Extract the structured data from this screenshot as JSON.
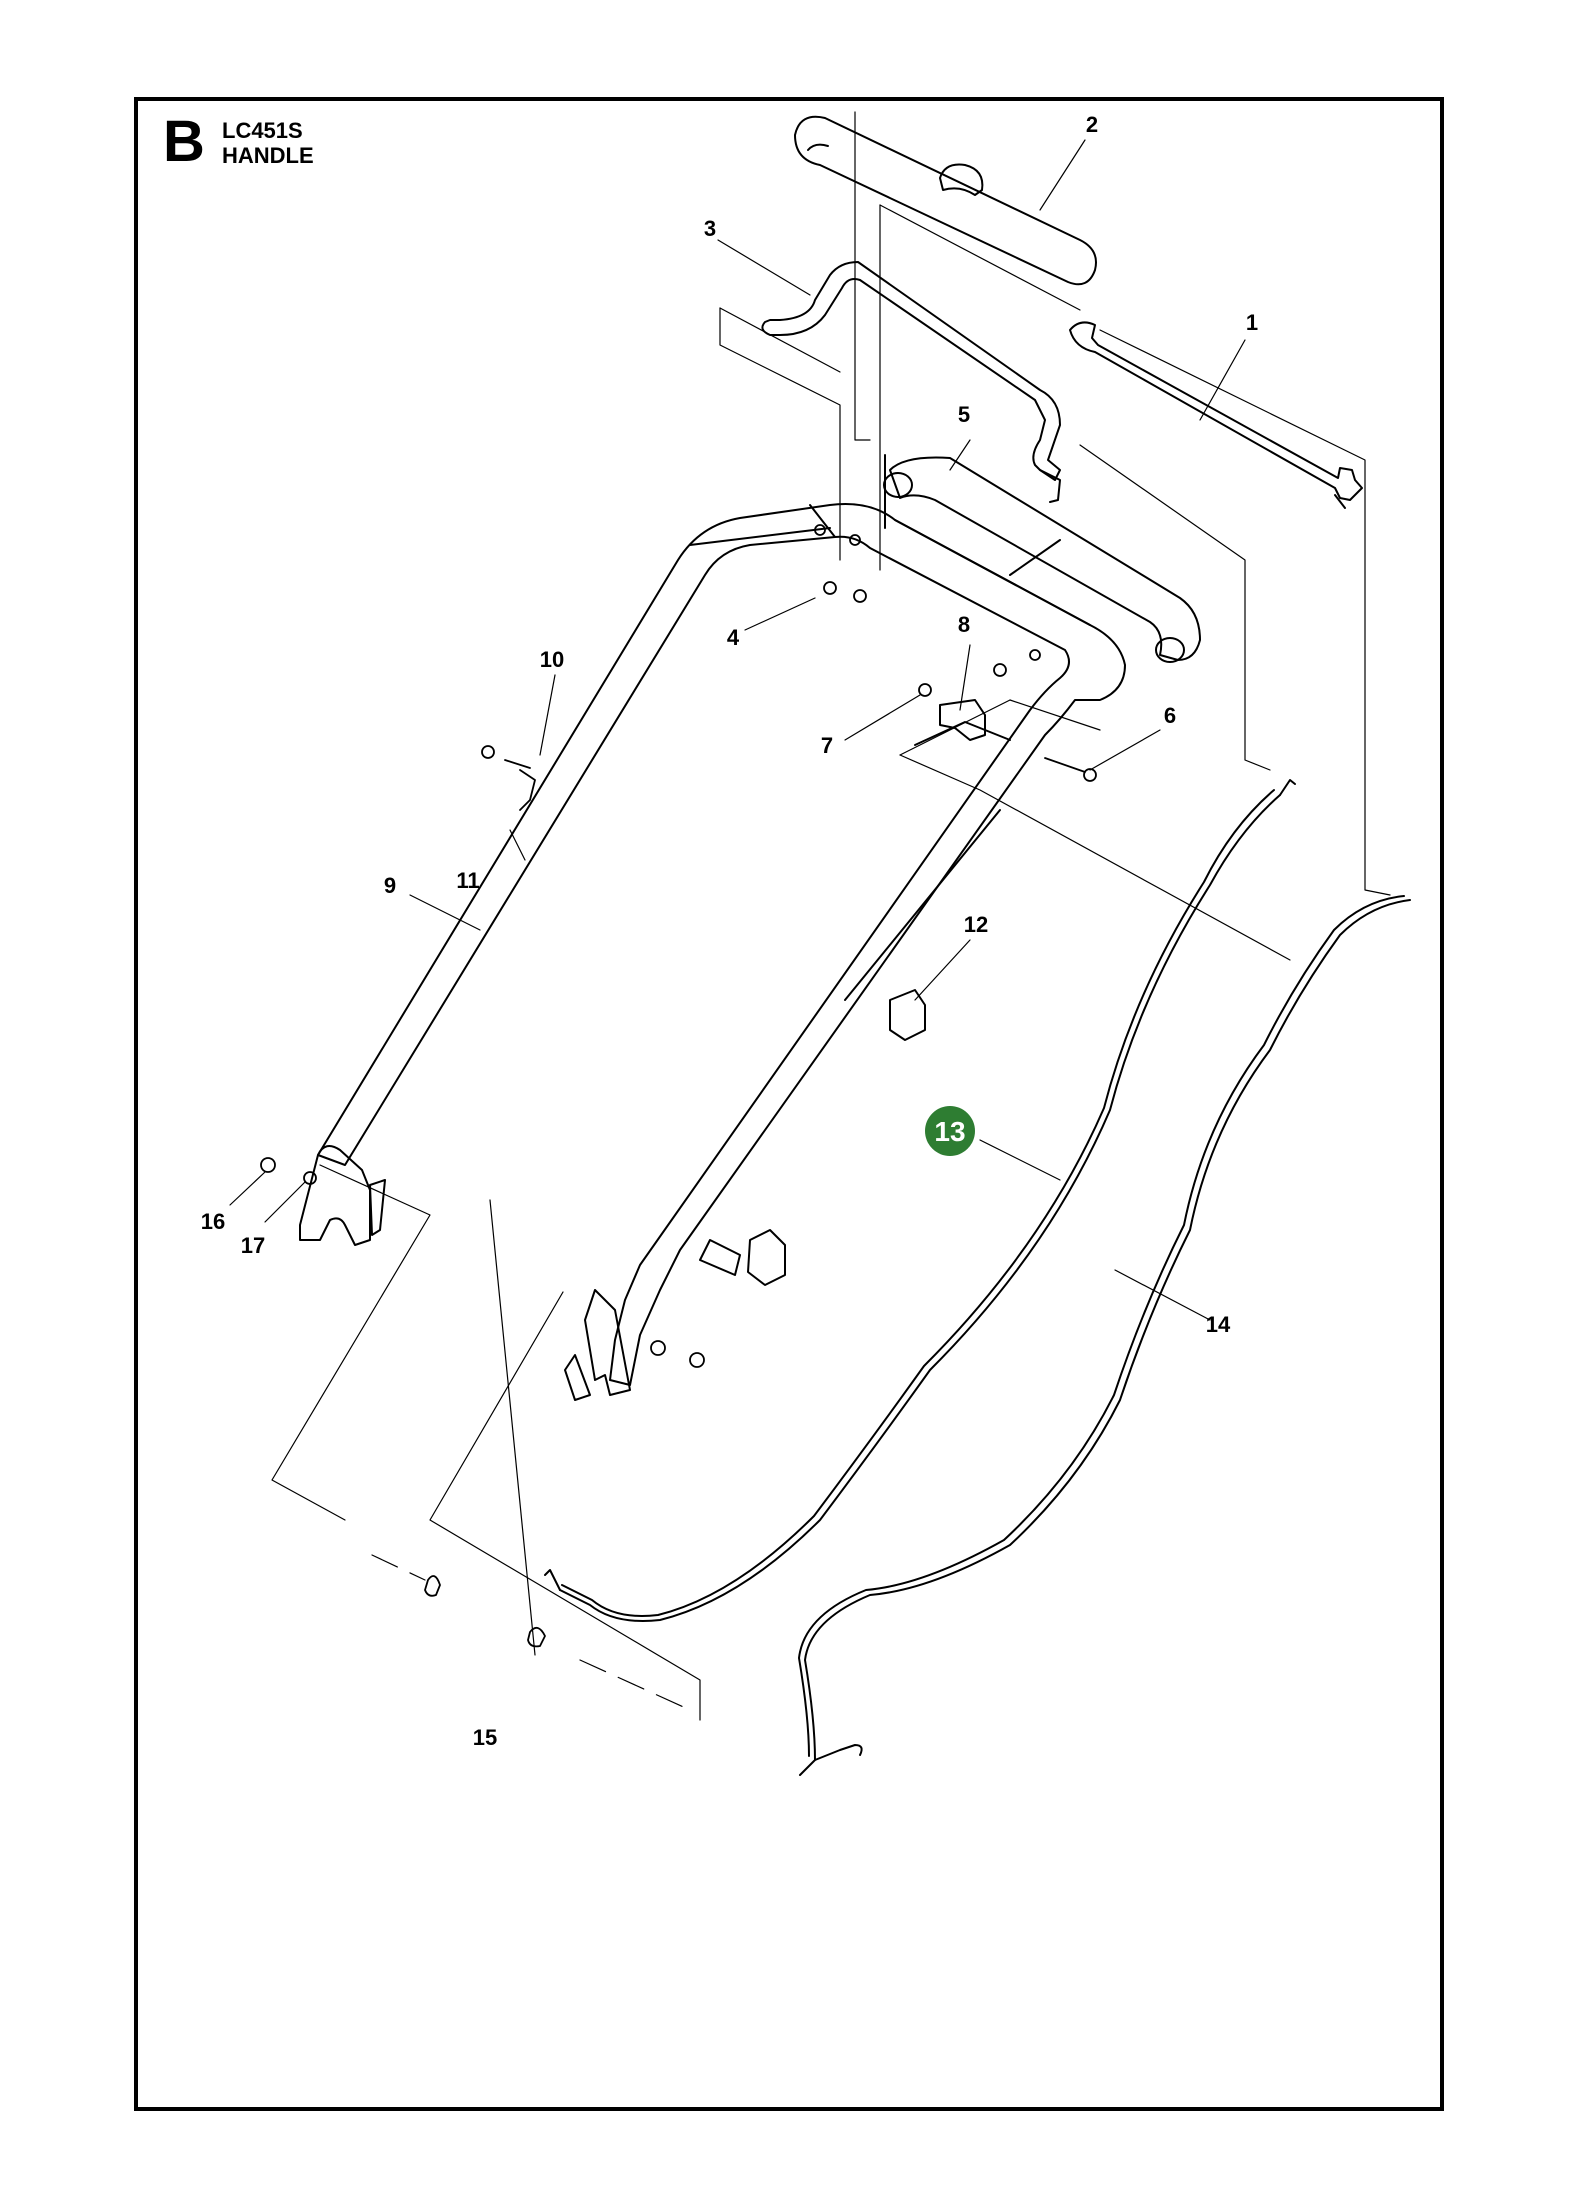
{
  "header": {
    "section_letter": "B",
    "model": "LC451S",
    "subtitle": "HANDLE"
  },
  "callouts": [
    {
      "id": "1",
      "label": "1"
    },
    {
      "id": "2",
      "label": "2"
    },
    {
      "id": "3",
      "label": "3"
    },
    {
      "id": "4",
      "label": "4"
    },
    {
      "id": "5",
      "label": "5"
    },
    {
      "id": "6",
      "label": "6"
    },
    {
      "id": "7",
      "label": "7"
    },
    {
      "id": "8",
      "label": "8"
    },
    {
      "id": "9",
      "label": "9"
    },
    {
      "id": "10",
      "label": "10"
    },
    {
      "id": "11",
      "label": "11"
    },
    {
      "id": "12",
      "label": "12"
    },
    {
      "id": "13",
      "label": "13",
      "highlighted": true
    },
    {
      "id": "14",
      "label": "14"
    },
    {
      "id": "15",
      "label": "15"
    },
    {
      "id": "16",
      "label": "16"
    },
    {
      "id": "17",
      "label": "17"
    }
  ],
  "colors": {
    "highlight": "#2e7d32",
    "line": "#000000",
    "background": "#ffffff"
  }
}
